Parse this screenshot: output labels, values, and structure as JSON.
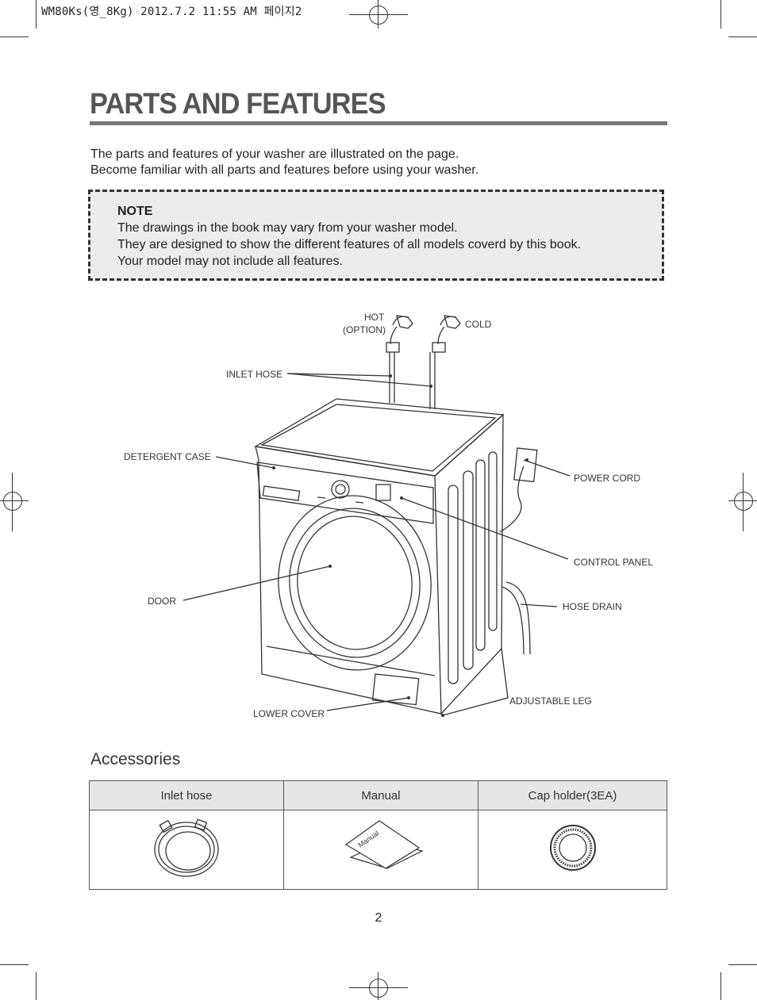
{
  "print_header": "WM80Ks(영_8Kg) 2012.7.2 11:55 AM 페이지2",
  "page_title": "PARTS AND FEATURES",
  "intro": {
    "line1": "The parts and features of your washer are illustrated on the page.",
    "line2": "Become familiar with all parts and features before using your washer."
  },
  "note": {
    "title": "NOTE",
    "lines": [
      "The drawings in the book may vary from your washer model.",
      "They are designed to show the different features of all models coverd by this book.",
      "Your model may not include all features."
    ]
  },
  "diagram_labels": {
    "hot": "HOT",
    "hot_option": "(OPTION)",
    "cold": "COLD",
    "inlet_hose": "INLET HOSE",
    "detergent_case": "DETERGENT CASE",
    "power_cord": "POWER CORD",
    "control_panel": "CONTROL PANEL",
    "door": "DOOR",
    "hose_drain": "HOSE DRAIN",
    "adjustable_leg": "ADJUSTABLE LEG",
    "lower_cover": "LOWER COVER"
  },
  "accessories": {
    "title": "Accessories",
    "columns": [
      "Inlet hose",
      "Manual",
      "Cap holder(3EA)"
    ],
    "manual_cover_text": "Manual"
  },
  "page_number": "2"
}
